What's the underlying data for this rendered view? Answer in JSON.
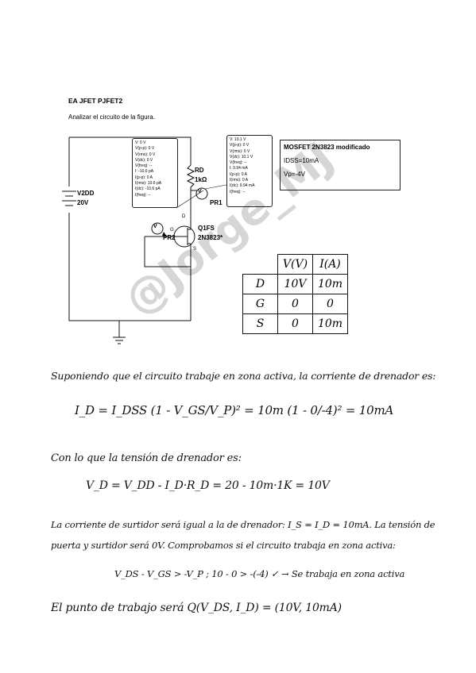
{
  "header": {
    "title": "EA JFET PJFET2",
    "subtitle": "Analizar el circuito de la figura."
  },
  "circuit": {
    "source_name": "V2DD",
    "source_value": "20V",
    "resistor_name": "RD",
    "resistor_value": "1kΩ",
    "probe1_name": "PR1",
    "probe2_name": "PR2",
    "transistor_name": "Q1FS",
    "transistor_model": "2N3823*",
    "pin_d": "D",
    "pin_g": "G",
    "pin_s": "S",
    "probe_symbol": "V"
  },
  "probe_left": [
    "V: 0 V",
    "V(p-p): 0 V",
    "V(rms): 0 V",
    "V(dc): 0 V",
    "V(freq): --",
    "I: -10.6 pA",
    "I(p-p): 0 A",
    "I(rms): 10.6 pA",
    "I(dc): -10.6 pA",
    "I(freq): --"
  ],
  "probe_right": [
    "V: 10.1 V",
    "V(p-p): 0 V",
    "V(rms): 0 V",
    "V(dc): 10.1 V",
    "V(freq): --",
    "I: 9.94 mA",
    "I(p-p): 0 A",
    "I(rms): 0 A",
    "I(dc): 9.94 mA",
    "I(freq): --"
  ],
  "spec": {
    "title": "MOSFET 2N3823 modificado",
    "idss": "IDSS=10mA",
    "vp": "Vp=-4V"
  },
  "table": {
    "headers": [
      "",
      "V(V)",
      "I(A)"
    ],
    "rows": [
      [
        "D",
        "10V",
        "10m"
      ],
      [
        "G",
        "0",
        "0"
      ],
      [
        "S",
        "0",
        "10m"
      ]
    ]
  },
  "handwriting": {
    "line1": "Suponiendo que el circuito trabaje en zona activa, la corriente de drenador es:",
    "eq1": "I_D = I_DSS (1 - V_GS/V_P)² = 10m (1 - 0/-4)² = 10mA",
    "line2": "Con lo que la tensión de drenador es:",
    "eq2": "V_D = V_DD - I_D·R_D = 20 - 10m·1K = 10V",
    "line3": "La corriente de surtidor será igual a la de drenador: I_S = I_D = 10mA. La tensión de",
    "line4": "puerta y surtidor será 0V. Comprobamos si el circuito trabaja en zona activa:",
    "eq3": "V_DS - V_GS > -V_P ; 10 - 0 > -(-4) ✓ → Se trabaja en zona activa",
    "line5": "El punto de trabajo será Q(V_DS, I_D) = (10V, 10mA)"
  },
  "watermark": "@Jorge_MJ"
}
